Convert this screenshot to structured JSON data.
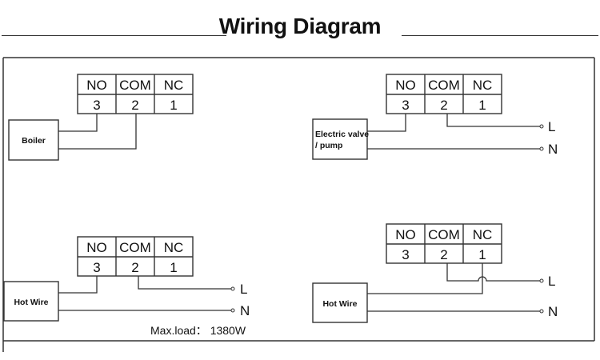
{
  "title": "Wiring Diagram",
  "terminal_headers": [
    "NO",
    "COM",
    "NC"
  ],
  "terminal_numbers": [
    "3",
    "2",
    "1"
  ],
  "panels": [
    {
      "id": "boiler",
      "device": [
        "Boiler"
      ],
      "connections": [
        "NO-3 to device",
        "COM-2 to device"
      ]
    },
    {
      "id": "electric-valve",
      "device": [
        "Electric valve",
        " / pump"
      ],
      "connections": [
        "NO-3 to device",
        "COM-2 to L",
        "device to N"
      ]
    },
    {
      "id": "hot-wire-no",
      "device": [
        "Hot Wire"
      ],
      "connections": [
        "NO-3 to device",
        "COM-2 to L",
        "device to N"
      ]
    },
    {
      "id": "hot-wire-nc",
      "device": [
        "Hot Wire"
      ],
      "connections": [
        "NC-1 to device",
        "COM-2 to L",
        "device to N"
      ]
    }
  ],
  "line_labels": {
    "live": "L",
    "neutral": "N"
  },
  "max_load": "Max.load： 1380W",
  "colors": {
    "line": "#333333",
    "text": "#111111",
    "background": "#ffffff"
  }
}
